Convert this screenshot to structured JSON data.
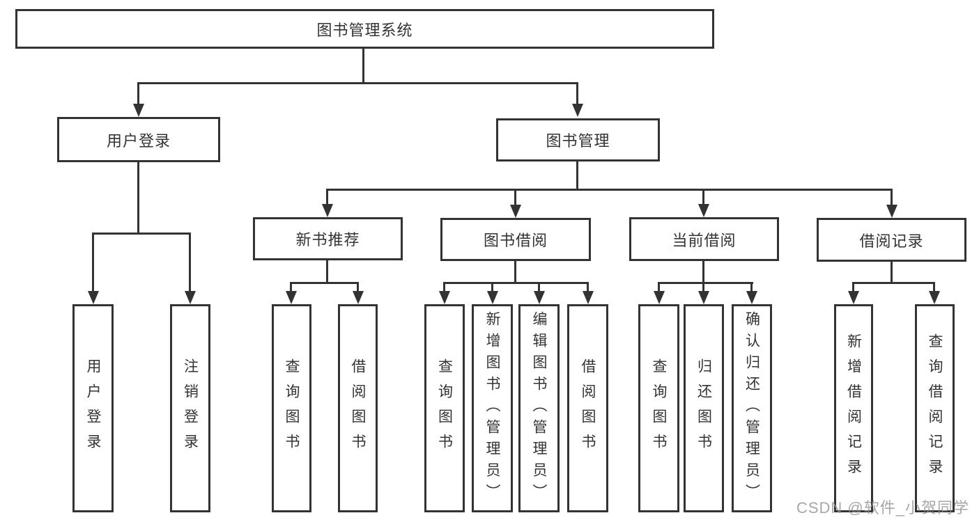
{
  "tree": {
    "root": "图书管理系统",
    "children": [
      {
        "label": "用户登录",
        "children": [
          "用户登录",
          "注销登录"
        ]
      },
      {
        "label": "图书管理",
        "children": [
          {
            "label": "新书推荐",
            "children": [
              "查询图书",
              "借阅图书"
            ]
          },
          {
            "label": "图书借阅",
            "children": [
              "查询图书",
              "新增图书（管理员）",
              "编辑图书（管理员）",
              "借阅图书"
            ]
          },
          {
            "label": "当前借阅",
            "children": [
              "查询图书",
              "归还图书",
              "确认归还（管理员）"
            ]
          },
          {
            "label": "借阅记录",
            "children": [
              "新增借阅记录",
              "查询借阅记录"
            ]
          }
        ]
      }
    ]
  },
  "watermark": {
    "text": "CSDN @软件_小贺同学"
  },
  "colors": {
    "line": "#333333",
    "text": "#333333",
    "background": "#ffffff",
    "watermark": "#919191"
  }
}
